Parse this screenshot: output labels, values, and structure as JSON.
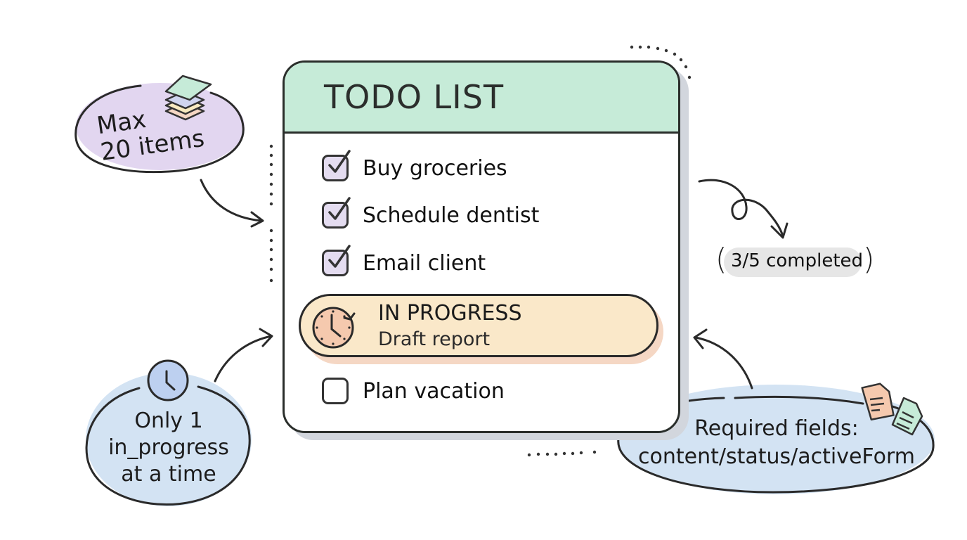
{
  "todo_card": {
    "title": "TODO LIST",
    "items": [
      {
        "label": "Buy groceries",
        "status": "completed",
        "icon": "checkbox-checked-icon"
      },
      {
        "label": "Schedule dentist",
        "status": "completed",
        "icon": "checkbox-checked-icon"
      },
      {
        "label": "Email client",
        "status": "completed",
        "icon": "checkbox-checked-icon"
      }
    ],
    "in_progress": {
      "status_label": "IN PROGRESS",
      "task": "Draft report",
      "icon": "clock-refresh-icon"
    },
    "pending_item": {
      "label": "Plan vacation",
      "status": "pending",
      "icon": "checkbox-empty-icon"
    }
  },
  "annotations": {
    "max_items": {
      "line1": "Max",
      "line2": "20 items",
      "icon": "stacked-layers-icon"
    },
    "single_in_progress": {
      "line1": "Only 1",
      "line2": "in_progress",
      "line3": "at a time",
      "icon": "clock-icon"
    },
    "completed_count": {
      "label": "3/5 completed",
      "completed": 3,
      "total": 5
    },
    "required_fields": {
      "line1": "Required fields:",
      "line2": "content/status/activeForm",
      "icon": "documents-icon"
    }
  },
  "colors": {
    "header_green": "#c6ebd8",
    "checkbox_lavender": "#e4dcf0",
    "progress_cream": "#fae8c9",
    "progress_peach": "#f5d7c4",
    "bubble_purple": "#e2d6f0",
    "bubble_blue": "#d3e3f3",
    "outline": "#2a2e2b"
  }
}
